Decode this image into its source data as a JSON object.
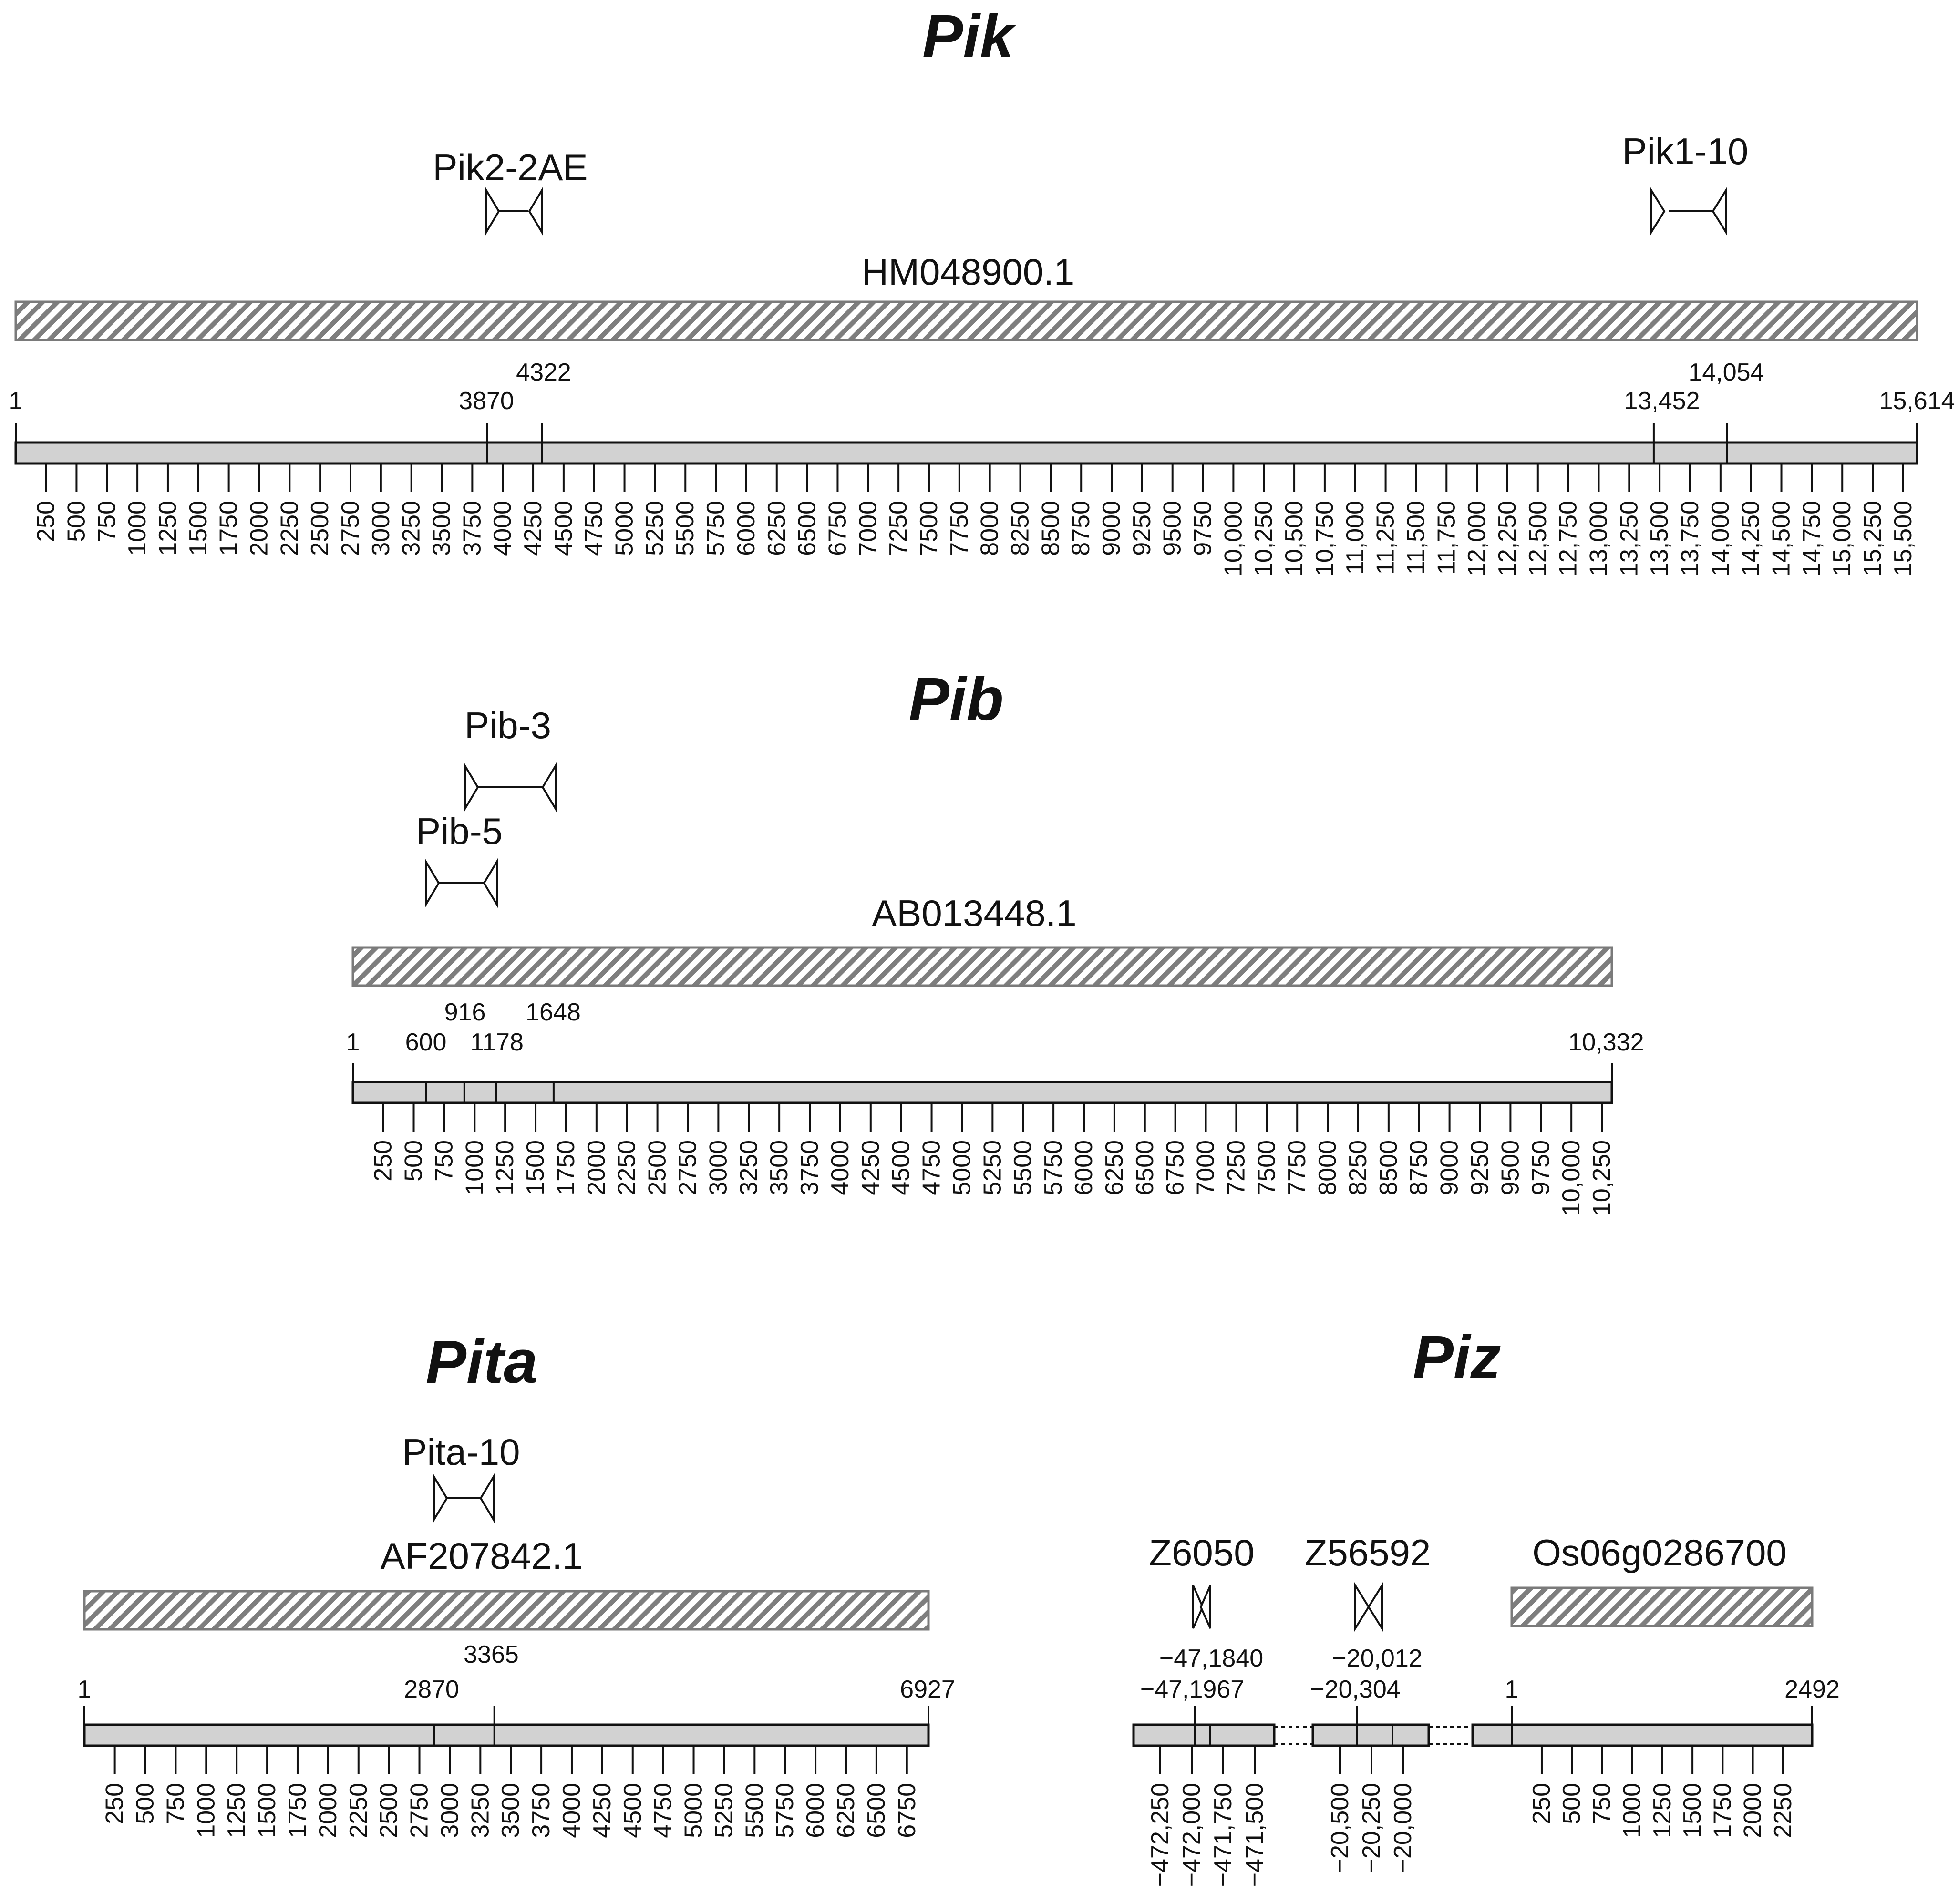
{
  "panels": {
    "pik": {
      "title": "Pik",
      "accession": "HM048900.1",
      "length": 15614,
      "start_label": "1",
      "end_label": "15,614",
      "markers": [
        {
          "name": "Pik2-2AE",
          "start": 3870,
          "end": 4322,
          "start_label": "3870",
          "end_label": "4322"
        },
        {
          "name": "Pik1-10",
          "start": 13452,
          "end": 14054,
          "start_label": "13,452",
          "end_label": "14,054"
        }
      ],
      "ticks": [
        "250",
        "500",
        "750",
        "1000",
        "1250",
        "1500",
        "1750",
        "2000",
        "2250",
        "2500",
        "2750",
        "3000",
        "3250",
        "3500",
        "3750",
        "4000",
        "4250",
        "4500",
        "4750",
        "5000",
        "5250",
        "5500",
        "5750",
        "6000",
        "6250",
        "6500",
        "6750",
        "7000",
        "7250",
        "7500",
        "7750",
        "8000",
        "8250",
        "8500",
        "8750",
        "9000",
        "9250",
        "9500",
        "9750",
        "10,000",
        "10,250",
        "10,500",
        "10,750",
        "11,000",
        "11,250",
        "11,500",
        "11,750",
        "12,000",
        "12,250",
        "12,500",
        "12,750",
        "13,000",
        "13,250",
        "13,500",
        "13,750",
        "14,000",
        "14,250",
        "14,500",
        "14,750",
        "15,000",
        "15,250",
        "15,500"
      ]
    },
    "pib": {
      "title": "Pib",
      "accession": "AB013448.1",
      "length": 10332,
      "start_label": "1",
      "end_label": "10,332",
      "markers": [
        {
          "name": "Pib-3",
          "start": 916,
          "end": 1648,
          "start_label": "916",
          "end_label": "1648"
        },
        {
          "name": "Pib-5",
          "start": 600,
          "end": 1178,
          "start_label": "600",
          "end_label": "1178"
        }
      ],
      "ticks": [
        "250",
        "500",
        "750",
        "1000",
        "1250",
        "1500",
        "1750",
        "2000",
        "2250",
        "2500",
        "2750",
        "3000",
        "3250",
        "3500",
        "3750",
        "4000",
        "4250",
        "4500",
        "4750",
        "5000",
        "5250",
        "5500",
        "5750",
        "6000",
        "6250",
        "6500",
        "6750",
        "7000",
        "7250",
        "7500",
        "7750",
        "8000",
        "8250",
        "8500",
        "8750",
        "9000",
        "9250",
        "9500",
        "9750",
        "10,000",
        "10,250"
      ]
    },
    "pita": {
      "title": "Pita",
      "accession": "AF207842.1",
      "length": 6927,
      "start_label": "1",
      "end_label": "6927",
      "markers": [
        {
          "name": "Pita-10",
          "start": 2870,
          "end": 3365,
          "start_label": "2870",
          "end_label": "3365"
        }
      ],
      "ticks": [
        "250",
        "500",
        "750",
        "1000",
        "1250",
        "1500",
        "1750",
        "2000",
        "2250",
        "2500",
        "2750",
        "3000",
        "3250",
        "3500",
        "3750",
        "4000",
        "4250",
        "4500",
        "4750",
        "5000",
        "5250",
        "5500",
        "5750",
        "6000",
        "6250",
        "6500",
        "6750"
      ]
    },
    "piz": {
      "title": "Piz",
      "gene": {
        "name": "Os06g0286700",
        "start_label": "1",
        "end_label": "2492",
        "length": 2492,
        "ticks": [
          "250",
          "500",
          "750",
          "1000",
          "1250",
          "1500",
          "1750",
          "2000",
          "2250"
        ]
      },
      "markers": [
        {
          "name": "Z6050",
          "start_label": "−47,1967",
          "end_label": "−47,1840",
          "ticks": [
            "−472,250",
            "−472,000",
            "−471,750",
            "−471,500"
          ]
        },
        {
          "name": "Z56592",
          "start_label": "−20,304",
          "end_label": "−20,012",
          "ticks": [
            "−20,500",
            "−20,250",
            "−20,000"
          ]
        }
      ]
    }
  }
}
